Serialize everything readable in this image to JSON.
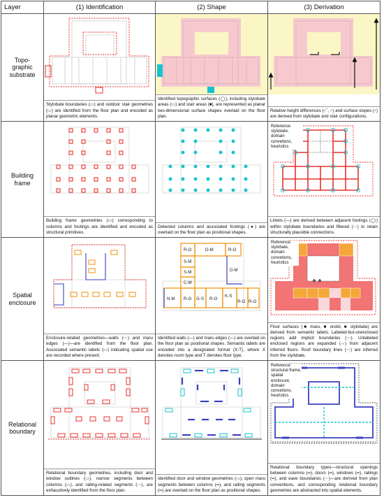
{
  "headers": {
    "layer": "Layer",
    "col1": "(1) Identification",
    "col2": "(2) Shape",
    "col3": "(3) Derivation"
  },
  "rows": [
    {
      "layer": "Topo-graphic substrate",
      "layer_lines": [
        "Topo-",
        "graphic",
        "substrate"
      ],
      "cap1": "Stylobate boundaries (▭) and outdoor stair geometries (▭) are identified from the floor plan and encoded as planar geometric elements.",
      "cap2": "Identified topographic surfaces (◯), including stylobate areas (▭) and stair areas (■), are represented as planar two-dimensional surface shapes overlaid on the floor plan.",
      "cap3": "Relative height differences (⌐‾, ⌐) and surface slopes (↑) are derived from stylobate and stair configurations.",
      "ref": ""
    },
    {
      "layer": "Building frame",
      "layer_lines": [
        "Building",
        "frame"
      ],
      "cap1": "Building frame geometries (▭) corresponding to columns and footings are identified and encoded as structural primitives.",
      "cap2": "Detected columns and associated footings (●) are overlaid on the floor plan as positional shapes.",
      "cap3": "Lintels (—) are derived between adjacent footings (◯) within stylobate boundaries and filtered (⋯) to retain structurally plausible connections.",
      "ref": "Reference: stylobate, domain convetions, heuristics"
    },
    {
      "layer": "Spatial enclosure",
      "layer_lines": [
        "Spatial",
        "enclosure"
      ],
      "cap1": "Enclosure-related geometries—walls (⋯) and maru edges (—)—are identified from the floor plan. Associated semantic labels (▭) indicating spatial use are recorded where present.",
      "cap2": "Identified walls (—) and maru edges (—) are overlaid on the floor plan as positional shapes. Semantic labels are encoded into a designated format (X-T), where X denotes room type and T denotes floor type.",
      "cap3": "Floor surfaces (■ maru, ■ ondol, ■ stylobate) are derived from semantic labels. Labeled-but-unenclosed regions add implicit boundaries (⋯). Unlabeled enclosed regions are expanded (↔) from adjacent inferred floors. Roof boundary lines (⋯) are inferred from the stylobate.",
      "ref": "Reference: stylobate, domain convetions, heuristics"
    },
    {
      "layer": "Relational boundary",
      "layer_lines": [
        "Relational",
        "boundary"
      ],
      "cap1": "Relational boundary geometries, including door and window outlines (▭), narrow segments between columns (▭), and railing-related segments (⋯), are exhaustively identified from the floor plan.",
      "cap2": "Identified door and window geometries (▭), open maru segments between columns (═), and railing segments (═) are overlaid on the floor plan as positional shapes.",
      "cap3": "Relational boundary types—structural openings between columns (═), doors (═), windows (═), railings (═), and eave boundaries (⋯)—are derived from plan conventions, and corresponding relational boundary geometries are abstracted into spatial elements.",
      "ref": "Reference: structural frame, spatial enclosure, domain convetions, heuristics"
    }
  ],
  "labels_shape": [
    "R-O",
    "D-M",
    "R-O",
    "S-M",
    "S-M",
    "C-M",
    "D-M",
    "N-M",
    "R-O",
    "G-S",
    "R-O",
    "K-S",
    "R-O",
    "R-O"
  ],
  "colors": {
    "red": "#e8322c",
    "cyan": "#17c3cf",
    "orange": "#f29a1d",
    "blue": "#3a3fbf",
    "yellow_fill": "#fbf6c6",
    "pink_fill": "#f7c9cf",
    "maru": "#f27474",
    "ondol": "#f5a73a",
    "stylobate": "#f8d8dc"
  }
}
